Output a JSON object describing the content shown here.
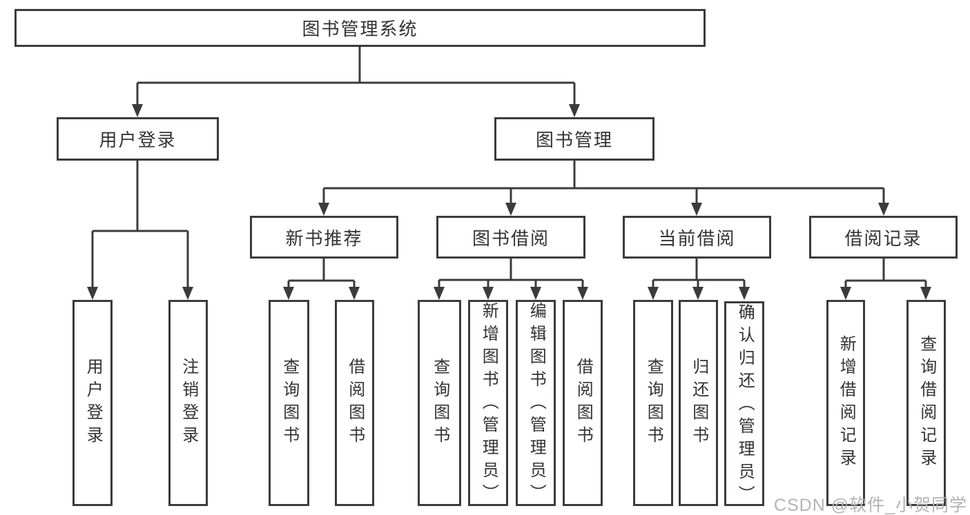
{
  "diagram": {
    "title": "图书管理系统",
    "branches": [
      {
        "label": "用户登录",
        "children": [
          {
            "label": "用户登录"
          },
          {
            "label": "注销登录"
          }
        ]
      },
      {
        "label": "图书管理",
        "sections": [
          {
            "label": "新书推荐",
            "children": [
              {
                "label": "查询图书"
              },
              {
                "label": "借阅图书"
              }
            ]
          },
          {
            "label": "图书借阅",
            "children": [
              {
                "label": "查询图书"
              },
              {
                "label": "新增图书（管理员）"
              },
              {
                "label": "编辑图书（管理员）"
              },
              {
                "label": "借阅图书"
              }
            ]
          },
          {
            "label": "当前借阅",
            "children": [
              {
                "label": "查询图书"
              },
              {
                "label": "归还图书"
              },
              {
                "label": "确认归还（管理员）"
              }
            ]
          },
          {
            "label": "借阅记录",
            "children": [
              {
                "label": "新增借阅记录"
              },
              {
                "label": "查询借阅记录"
              }
            ]
          }
        ]
      }
    ],
    "colors": {
      "line": "#3b3b3b",
      "text": "#333333",
      "watermark": "#b3b3b3"
    },
    "watermark": "CSDN @软件_小贺同学"
  }
}
